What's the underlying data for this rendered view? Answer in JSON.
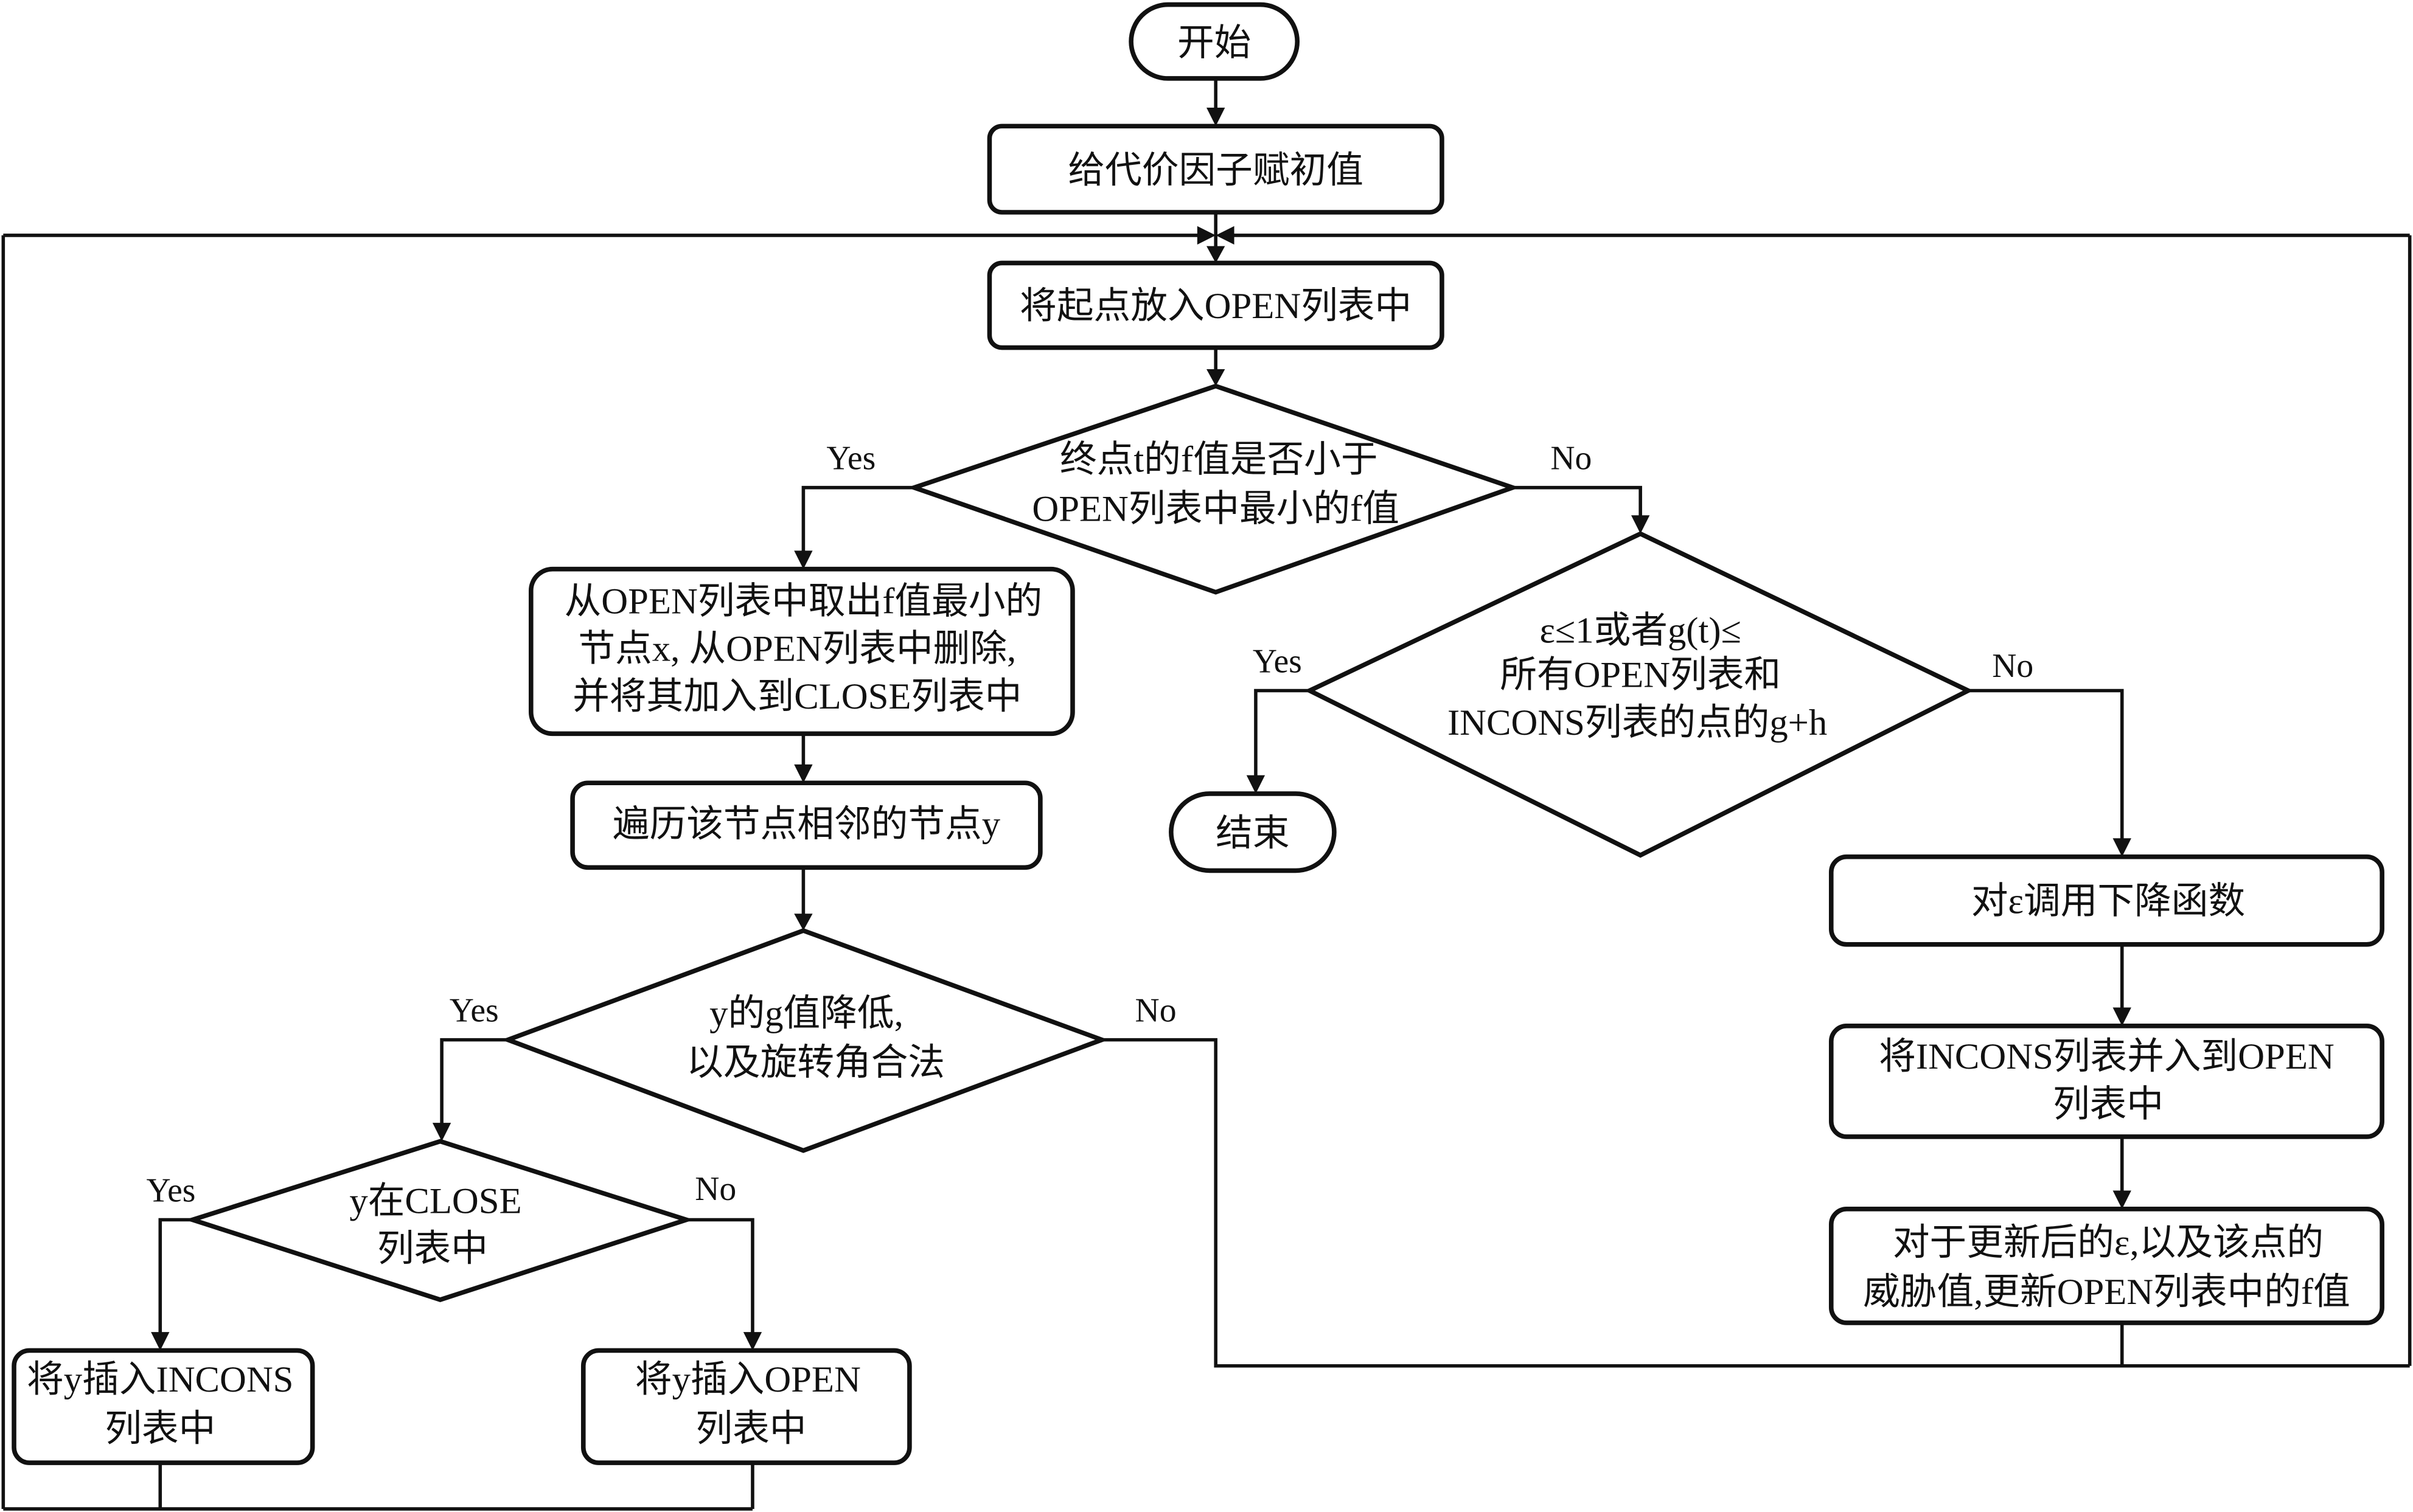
{
  "diagram": {
    "type": "flowchart",
    "colors": {
      "stroke": "#111111",
      "fill": "#ffffff",
      "text": "#111111"
    },
    "nodes": {
      "start": {
        "shape": "terminal",
        "lines": [
          "开始"
        ]
      },
      "init_cost": {
        "shape": "process",
        "lines": [
          "给代价因子赋初值"
        ]
      },
      "put_start_open": {
        "shape": "process",
        "lines": [
          "将起点放入OPEN列表中"
        ]
      },
      "check_goal_f": {
        "shape": "decision",
        "lines": [
          "终点t的f值是否小于",
          "OPEN列表中最小的f值"
        ]
      },
      "pop_min": {
        "shape": "process",
        "lines": [
          "从OPEN列表中取出f值最小的",
          "节点x, 从OPEN列表中删除,",
          "并将其加入到CLOSE列表中"
        ]
      },
      "traverse_neighbors": {
        "shape": "process",
        "lines": [
          "遍历该节点相邻的节点y"
        ]
      },
      "check_g_decrease": {
        "shape": "decision",
        "lines": [
          "y的g值降低,",
          "以及旋转角合法"
        ]
      },
      "check_in_close": {
        "shape": "decision",
        "lines": [
          "y在CLOSE",
          "列表中"
        ]
      },
      "insert_incons": {
        "shape": "process",
        "lines": [
          "将y插入INCONS",
          "列表中"
        ]
      },
      "insert_open": {
        "shape": "process",
        "lines": [
          "将y插入OPEN",
          "列表中"
        ]
      },
      "check_epsilon": {
        "shape": "decision",
        "lines": [
          "ε≤1或者g(t)≤",
          "所有OPEN列表和",
          "INCONS列表的点的g+h"
        ]
      },
      "end": {
        "shape": "terminal",
        "lines": [
          "结束"
        ]
      },
      "decrease_epsilon": {
        "shape": "process",
        "lines": [
          "对ε调用下降函数"
        ]
      },
      "merge_incons": {
        "shape": "process",
        "lines": [
          "将INCONS列表并入到OPEN",
          "列表中"
        ]
      },
      "update_f": {
        "shape": "process",
        "lines": [
          "对于更新后的ε,以及该点的",
          "威胁值,更新OPEN列表中的f值"
        ]
      }
    },
    "branch_labels": {
      "goal_yes": "Yes",
      "goal_no": "No",
      "eps_yes": "Yes",
      "eps_no": "No",
      "g_yes": "Yes",
      "g_no": "No",
      "close_yes": "Yes",
      "close_no": "No"
    },
    "edges": [
      [
        "start",
        "init_cost",
        ""
      ],
      [
        "init_cost",
        "put_start_open",
        ""
      ],
      [
        "put_start_open",
        "check_goal_f",
        ""
      ],
      [
        "check_goal_f",
        "pop_min",
        "Yes"
      ],
      [
        "check_goal_f",
        "check_epsilon",
        "No"
      ],
      [
        "pop_min",
        "traverse_neighbors",
        ""
      ],
      [
        "traverse_neighbors",
        "check_g_decrease",
        ""
      ],
      [
        "check_g_decrease",
        "check_in_close",
        "Yes"
      ],
      [
        "check_g_decrease",
        "put_start_open",
        "No"
      ],
      [
        "check_in_close",
        "insert_incons",
        "Yes"
      ],
      [
        "check_in_close",
        "insert_open",
        "No"
      ],
      [
        "insert_incons",
        "put_start_open",
        ""
      ],
      [
        "insert_open",
        "put_start_open",
        ""
      ],
      [
        "check_epsilon",
        "end",
        "Yes"
      ],
      [
        "check_epsilon",
        "decrease_epsilon",
        "No"
      ],
      [
        "decrease_epsilon",
        "merge_incons",
        ""
      ],
      [
        "merge_incons",
        "update_f",
        ""
      ],
      [
        "update_f",
        "put_start_open",
        ""
      ]
    ]
  }
}
